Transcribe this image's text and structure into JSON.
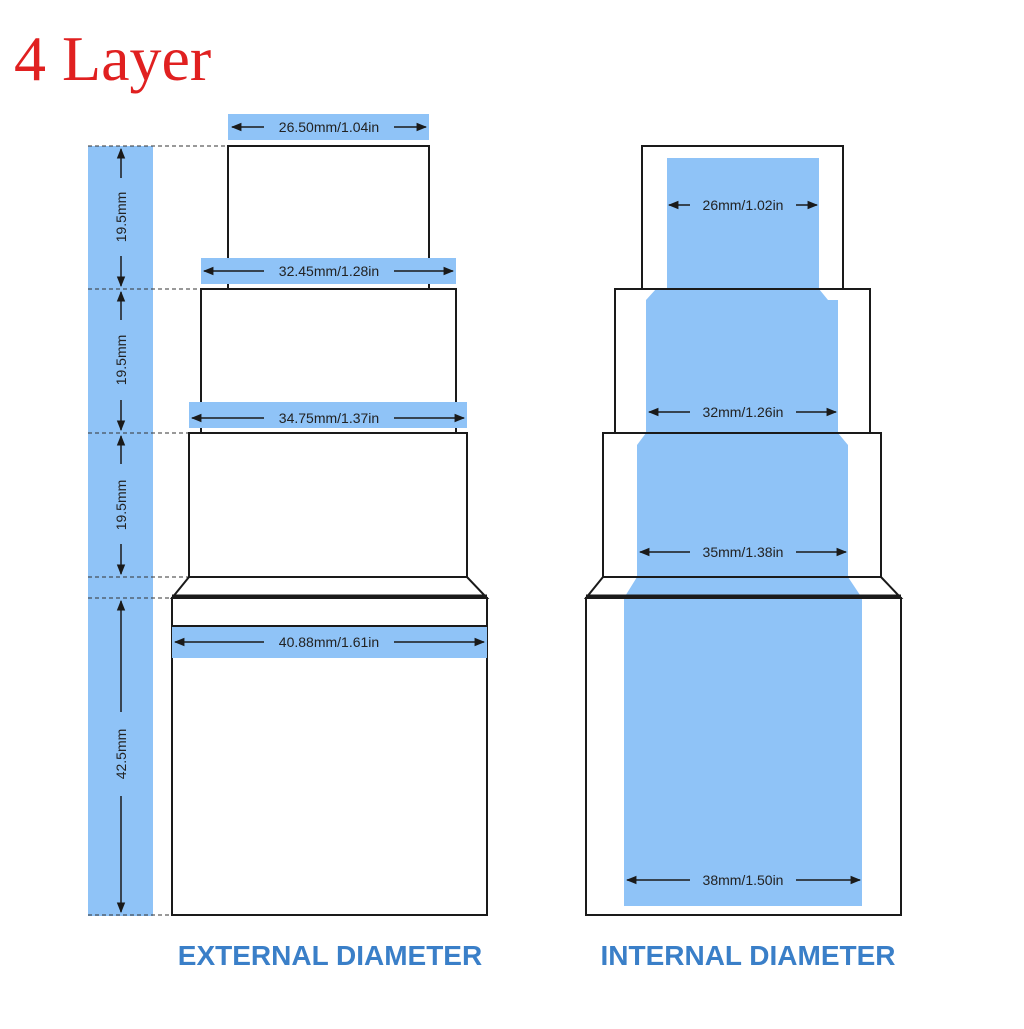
{
  "title": "4 Layer",
  "colors": {
    "title": "#e02020",
    "highlight": "#8fc3f7",
    "outline": "#1a1a1a",
    "caption": "#3a7fc8"
  },
  "external": {
    "caption": "EXTERNAL DIAMETER",
    "widths": [
      "26.50mm/1.04in",
      "32.45mm/1.28in",
      "34.75mm/1.37in",
      "40.88mm/1.61in"
    ],
    "heights": [
      "19.5mm",
      "19.5mm",
      "19.5mm",
      "42.5mm"
    ]
  },
  "internal": {
    "caption": "INTERNAL DIAMETER",
    "widths": [
      "26mm/1.02in",
      "32mm/1.26in",
      "35mm/1.38in",
      "38mm/1.50in"
    ]
  }
}
